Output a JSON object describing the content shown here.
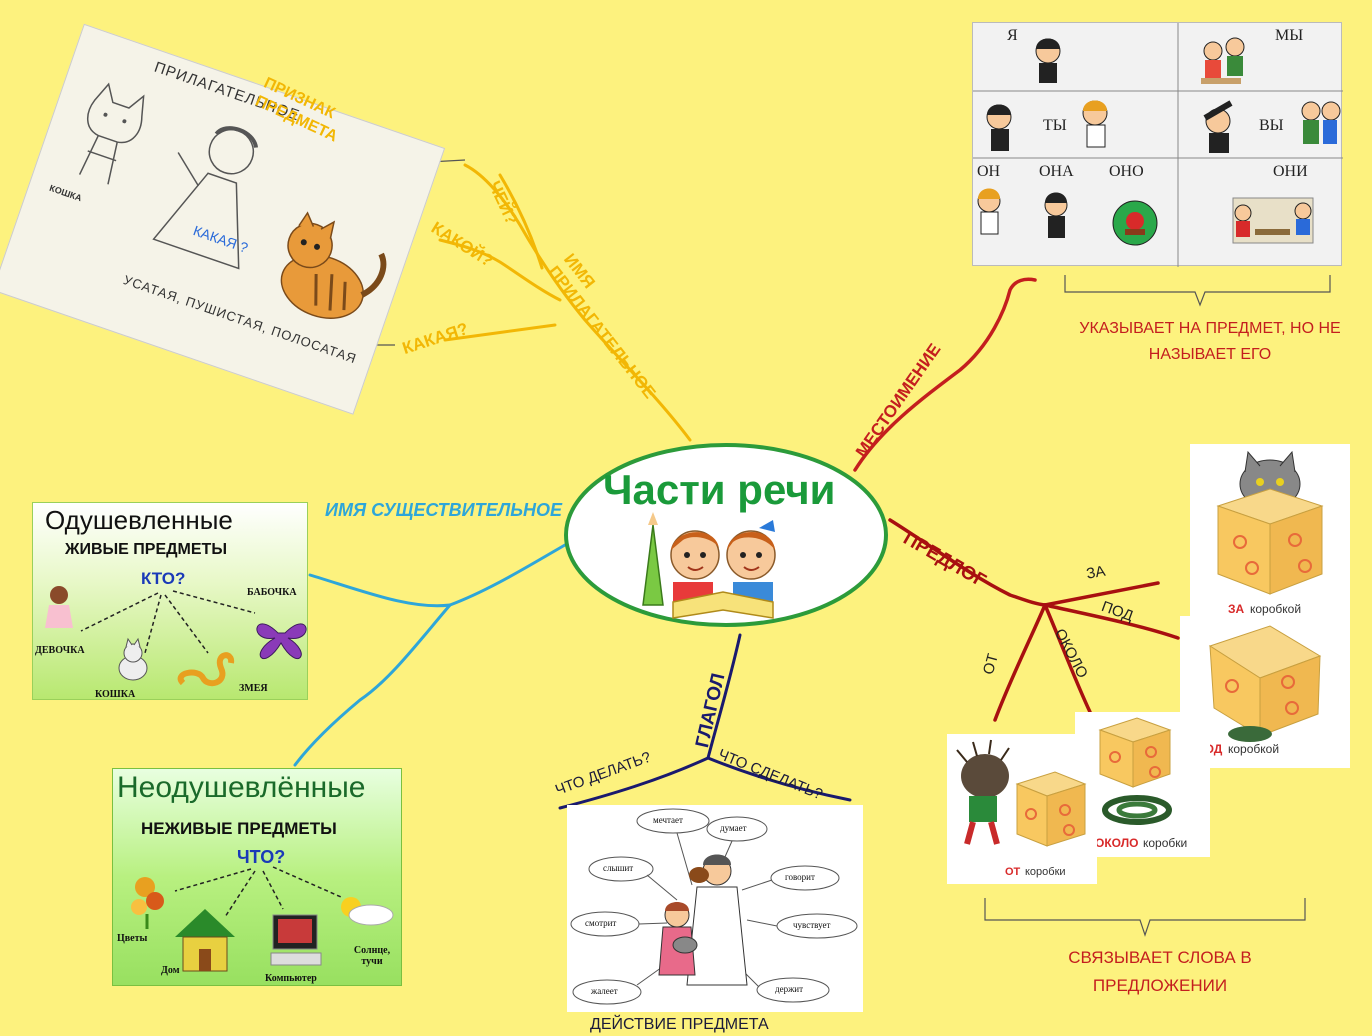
{
  "center": {
    "title": "Части речи"
  },
  "colors": {
    "background": "#fdf27e",
    "adjective": "#f2b705",
    "noun": "#2ea6d9",
    "verb": "#1a1a6e",
    "pronoun": "#c41e1e",
    "preposition": "#a81010",
    "center_title": "#1a9a3a",
    "caption_red": "#c41e1e"
  },
  "adjective": {
    "branch_label": "ИМЯ ПРИЛАГАТЕЛЬНОЕ",
    "q_whose": "ЧЕЙ?",
    "q_which_m": "КАКОЙ?",
    "q_which_f": "КАКАЯ?",
    "caption": "ПРИЗНАК ПРЕДМЕТА",
    "card": {
      "word": "ПРИЛАГАТЕЛЬНОЕ",
      "cat_label": "КОШКА",
      "question": "КАКАЯ ?",
      "answer": "УСАТАЯ, ПУШИСТАЯ, ПОЛОСАТАЯ"
    }
  },
  "pronoun": {
    "branch_label": "МЕСТОИМЕНИЕ",
    "caption": "УКАЗЫВАЕТ НА ПРЕДМЕТ, НО НЕ НАЗЫВАЕТ ЕГО",
    "grid": {
      "ya": "Я",
      "my": "МЫ",
      "ty": "ТЫ",
      "vy": "ВЫ",
      "on": "ОН",
      "ona": "ОНА",
      "ono": "ОНО",
      "oni": "ОНИ"
    }
  },
  "noun": {
    "branch_label": "ИМЯ СУЩЕСТВИТЕЛЬНОЕ",
    "animate": {
      "title": "Одушевленные",
      "subtitle": "ЖИВЫЕ ПРЕДМЕТЫ",
      "question": "КТО?",
      "items": [
        "ДЕВОЧКА",
        "КОШКА",
        "ЗМЕЯ",
        "БАБОЧКА"
      ]
    },
    "inanimate": {
      "title": "Неодушевлённые",
      "subtitle": "НЕЖИВЫЕ ПРЕДМЕТЫ",
      "question": "ЧТО?",
      "items": [
        "Цветы",
        "Дом",
        "Компьютер",
        "Солнце, тучи"
      ]
    }
  },
  "verb": {
    "branch_label": "ГЛАГОЛ",
    "q_do": "ЧТО ДЕЛАТЬ?",
    "q_done": "ЧТО СДЕЛАТЬ?",
    "caption": "ДЕЙСТВИЕ ПРЕДМЕТА",
    "bubbles": [
      "мечтает",
      "думает",
      "слышит",
      "говорит",
      "смотрит",
      "чувствует",
      "жалеет",
      "держит"
    ]
  },
  "preposition": {
    "branch_label": "ПРЕДЛОГ",
    "branches": {
      "za": "ЗА",
      "pod": "ПОД",
      "ot": "ОТ",
      "okolo": "ОКОЛО"
    },
    "caption": "СВЯЗЫВАЕТ СЛОВА В ПРЕДЛОЖЕНИИ",
    "cards": {
      "za": {
        "prep": "ЗА",
        "noun": "коробкой"
      },
      "pod": {
        "prep": "ПОД",
        "noun": "коробкой"
      },
      "okolo": {
        "prep": "ОКОЛО",
        "noun": "коробки"
      },
      "ot": {
        "prep": "ОТ",
        "noun": "коробки"
      }
    }
  }
}
